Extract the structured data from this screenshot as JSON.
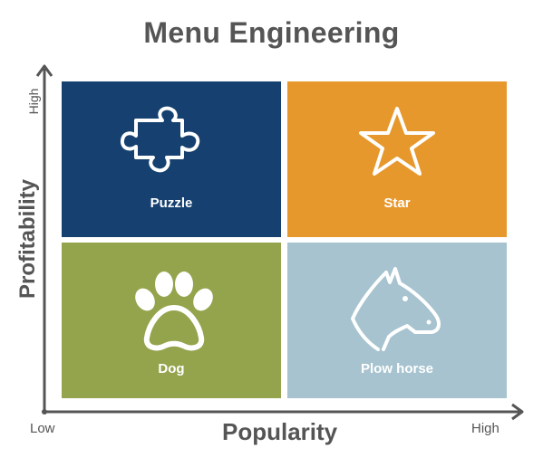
{
  "title": "Menu Engineering",
  "y_axis": {
    "label": "Profitability",
    "high": "High"
  },
  "x_axis": {
    "label": "Popularity",
    "low": "Low",
    "high": "High"
  },
  "quadrants": [
    {
      "label": "Puzzle",
      "icon": "puzzle-piece-icon",
      "color": "#15406f"
    },
    {
      "label": "Star",
      "icon": "star-icon",
      "color": "#e7982c"
    },
    {
      "label": "Dog",
      "icon": "paw-print-icon",
      "color": "#94a44d"
    },
    {
      "label": "Plow horse",
      "icon": "horse-head-icon",
      "color": "#a6c3cf"
    }
  ]
}
